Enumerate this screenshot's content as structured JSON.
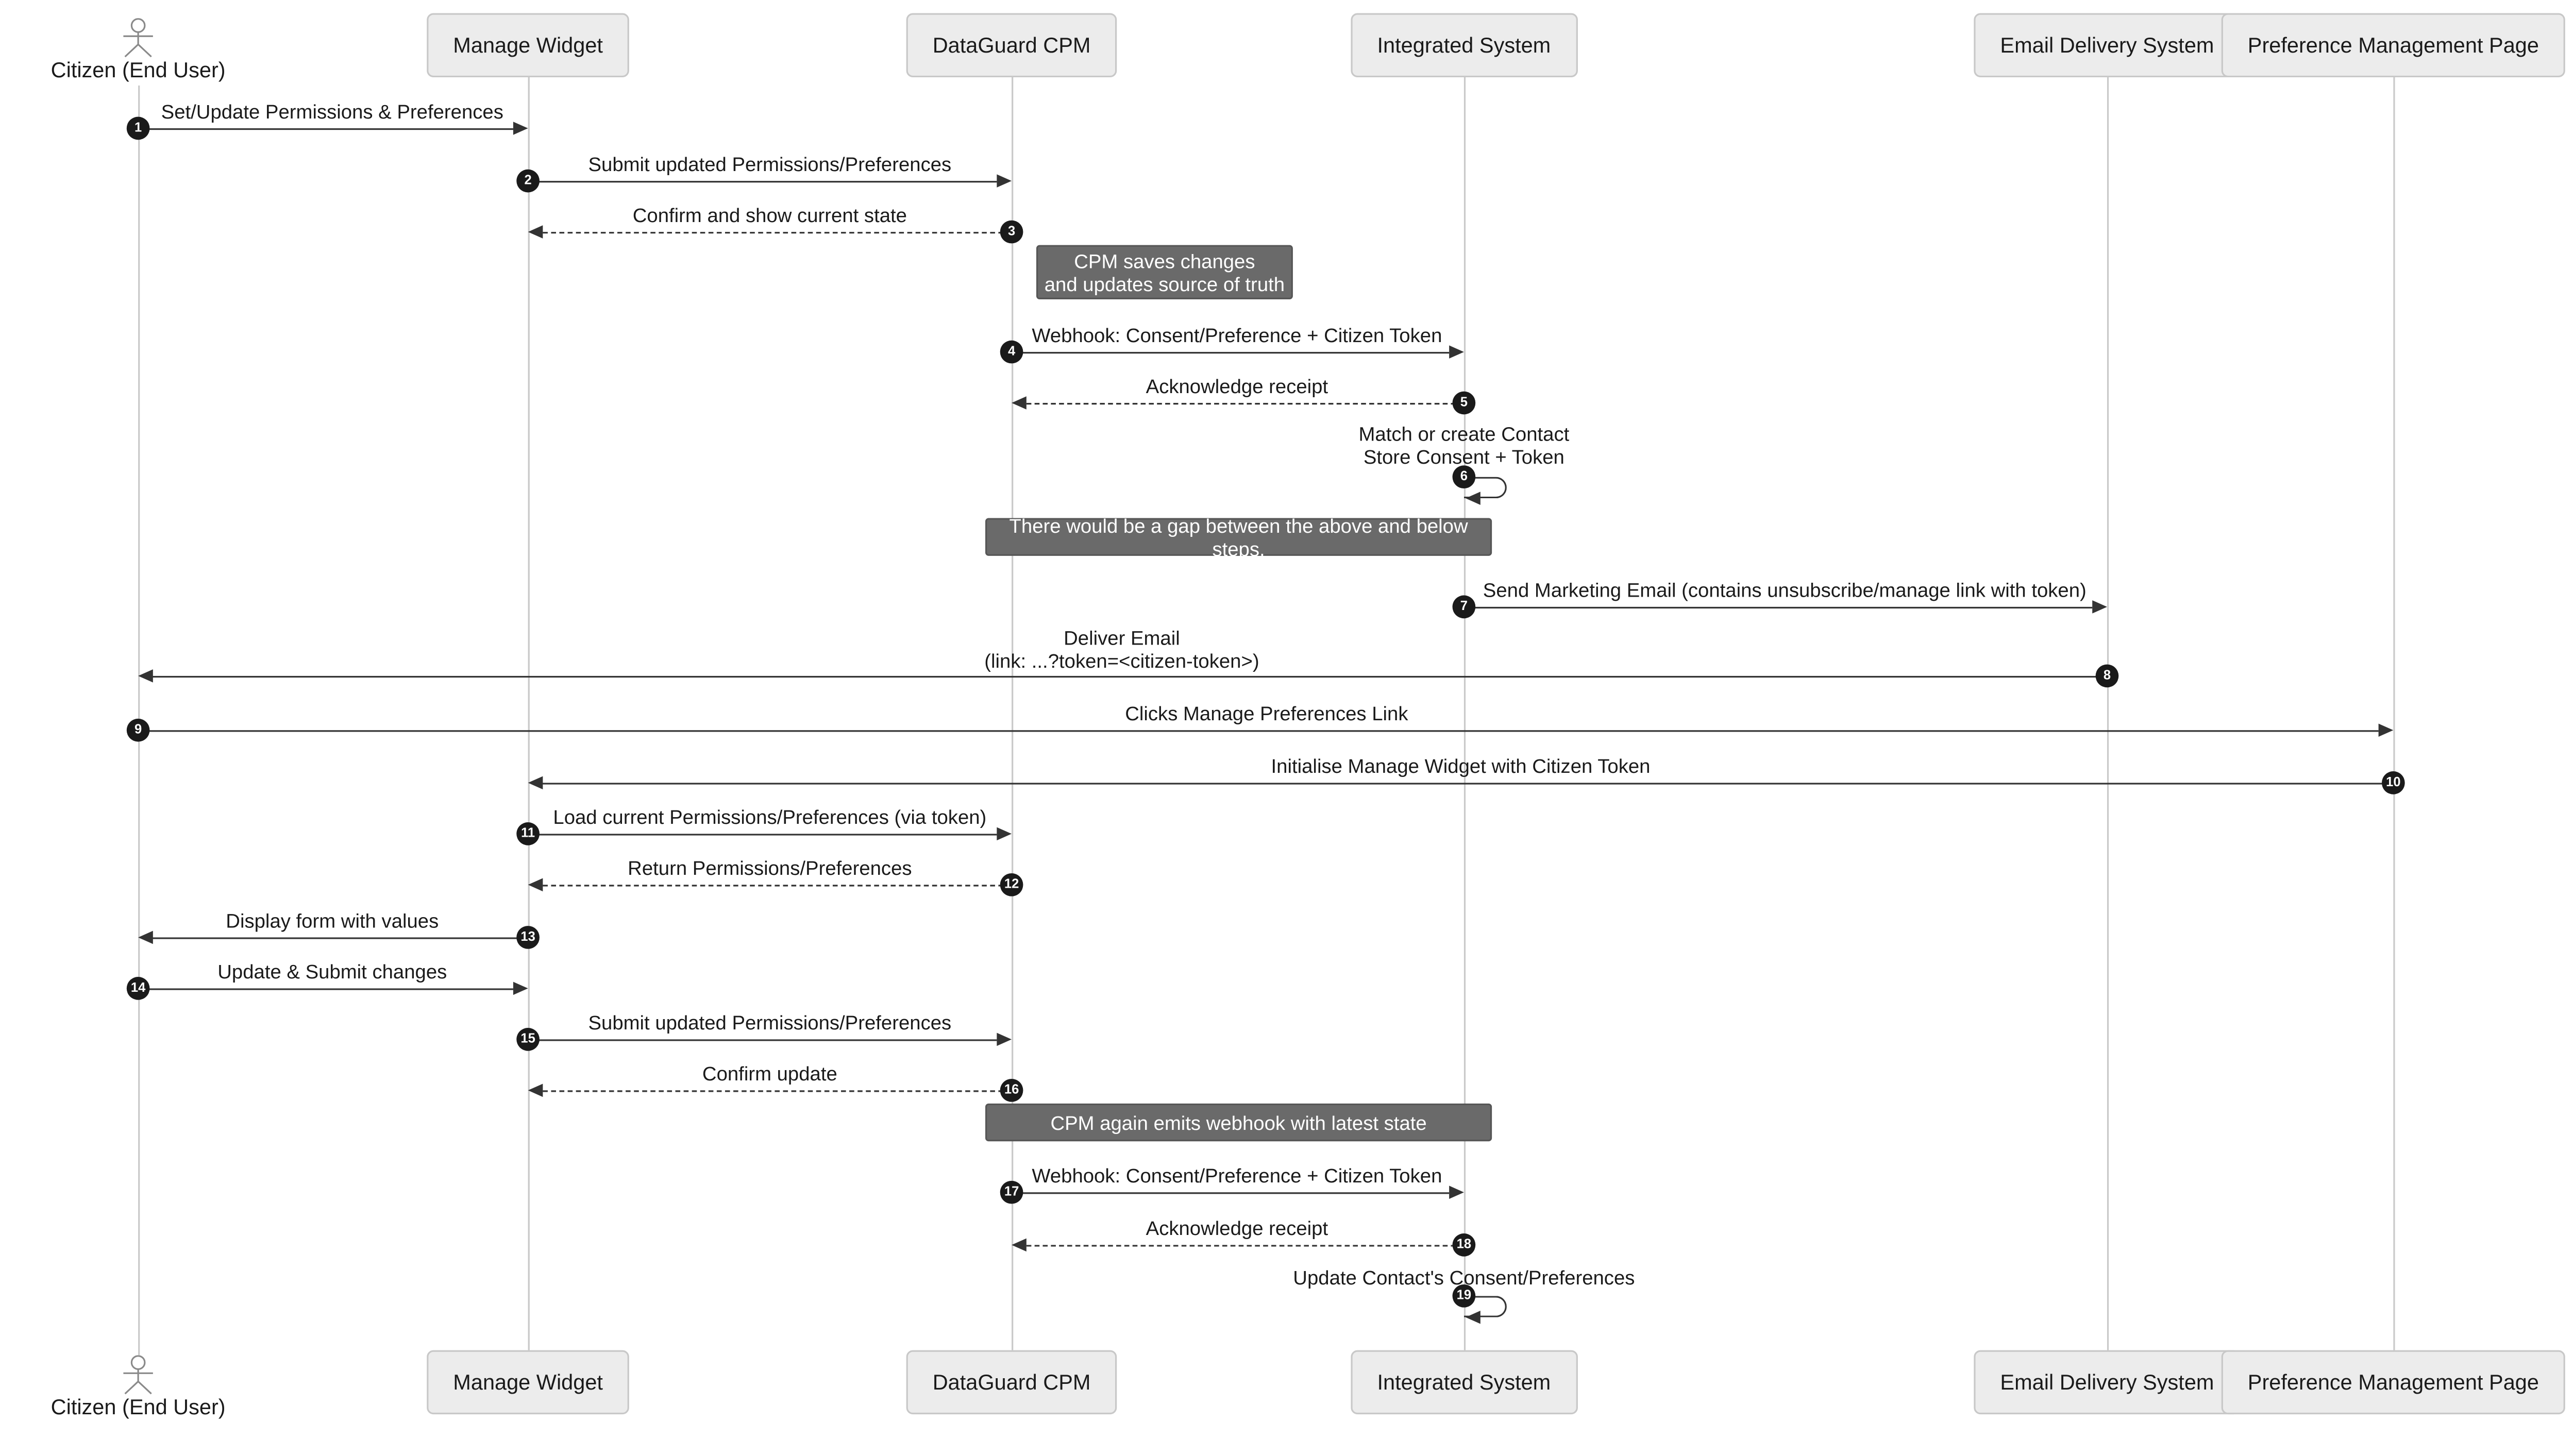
{
  "diagram": {
    "type": "sequence",
    "participants": [
      {
        "name": "Citizen (End User)",
        "kind": "actor"
      },
      {
        "name": "Manage Widget",
        "kind": "participant"
      },
      {
        "name": "DataGuard CPM",
        "kind": "participant"
      },
      {
        "name": "Integrated System",
        "kind": "participant"
      },
      {
        "name": "Email Delivery System",
        "kind": "participant"
      },
      {
        "name": "Preference Management Page",
        "kind": "participant"
      }
    ],
    "messages": [
      {
        "num": "1",
        "from": "Citizen (End User)",
        "to": "Manage Widget",
        "style": "solid",
        "label": "Set/Update Permissions & Preferences"
      },
      {
        "num": "2",
        "from": "Manage Widget",
        "to": "DataGuard CPM",
        "style": "solid",
        "label": "Submit updated Permissions/Preferences"
      },
      {
        "num": "3",
        "from": "DataGuard CPM",
        "to": "Manage Widget",
        "style": "dashed",
        "label": "Confirm and show current state"
      },
      {
        "num": "4",
        "from": "DataGuard CPM",
        "to": "Integrated System",
        "style": "solid",
        "label": "Webhook: Consent/Preference + Citizen Token"
      },
      {
        "num": "5",
        "from": "Integrated System",
        "to": "DataGuard CPM",
        "style": "dashed",
        "label": "Acknowledge receipt"
      },
      {
        "num": "6",
        "from": "Integrated System",
        "to": "Integrated System",
        "style": "self",
        "label": "Match or create Contact\nStore Consent + Token"
      },
      {
        "num": "7",
        "from": "Integrated System",
        "to": "Email Delivery System",
        "style": "solid",
        "label": "Send Marketing Email (contains unsubscribe/manage link with token)"
      },
      {
        "num": "8",
        "from": "Email Delivery System",
        "to": "Citizen (End User)",
        "style": "solid",
        "label": "Deliver Email\n(link: ...?token=<citizen-token>)"
      },
      {
        "num": "9",
        "from": "Citizen (End User)",
        "to": "Preference Management Page",
        "style": "solid",
        "label": "Clicks Manage Preferences Link"
      },
      {
        "num": "10",
        "from": "Preference Management Page",
        "to": "Manage Widget",
        "style": "solid",
        "label": "Initialise Manage Widget with Citizen Token"
      },
      {
        "num": "11",
        "from": "Manage Widget",
        "to": "DataGuard CPM",
        "style": "solid",
        "label": "Load current Permissions/Preferences (via token)"
      },
      {
        "num": "12",
        "from": "DataGuard CPM",
        "to": "Manage Widget",
        "style": "dashed",
        "label": "Return Permissions/Preferences"
      },
      {
        "num": "13",
        "from": "Manage Widget",
        "to": "Citizen (End User)",
        "style": "solid",
        "label": "Display form with values"
      },
      {
        "num": "14",
        "from": "Citizen (End User)",
        "to": "Manage Widget",
        "style": "solid",
        "label": "Update & Submit changes"
      },
      {
        "num": "15",
        "from": "Manage Widget",
        "to": "DataGuard CPM",
        "style": "solid",
        "label": "Submit updated Permissions/Preferences"
      },
      {
        "num": "16",
        "from": "DataGuard CPM",
        "to": "Manage Widget",
        "style": "dashed",
        "label": "Confirm update"
      },
      {
        "num": "17",
        "from": "DataGuard CPM",
        "to": "Integrated System",
        "style": "solid",
        "label": "Webhook: Consent/Preference + Citizen Token"
      },
      {
        "num": "18",
        "from": "Integrated System",
        "to": "DataGuard CPM",
        "style": "dashed",
        "label": "Acknowledge receipt"
      },
      {
        "num": "19",
        "from": "Integrated System",
        "to": "Integrated System",
        "style": "self",
        "label": "Update Contact's Consent/Preferences"
      }
    ],
    "notes": [
      {
        "label": "CPM saves changes\nand updates source of truth",
        "over": "DataGuard CPM"
      },
      {
        "label": "There would be a gap between the above and below steps.",
        "over": "DataGuard CPM, Integrated System"
      },
      {
        "label": "CPM again emits webhook with latest state",
        "over": "DataGuard CPM, Integrated System"
      }
    ],
    "colors": {
      "participant_bg": "#ECECEC",
      "participant_border": "#C8C8C8",
      "note_bg": "#6A6A6A",
      "note_text": "#FFFFFF",
      "line": "#333333",
      "lifeline": "#C9C9C9",
      "number_badge_bg": "#1A1A1A",
      "number_badge_text": "#FFFFFF"
    }
  }
}
